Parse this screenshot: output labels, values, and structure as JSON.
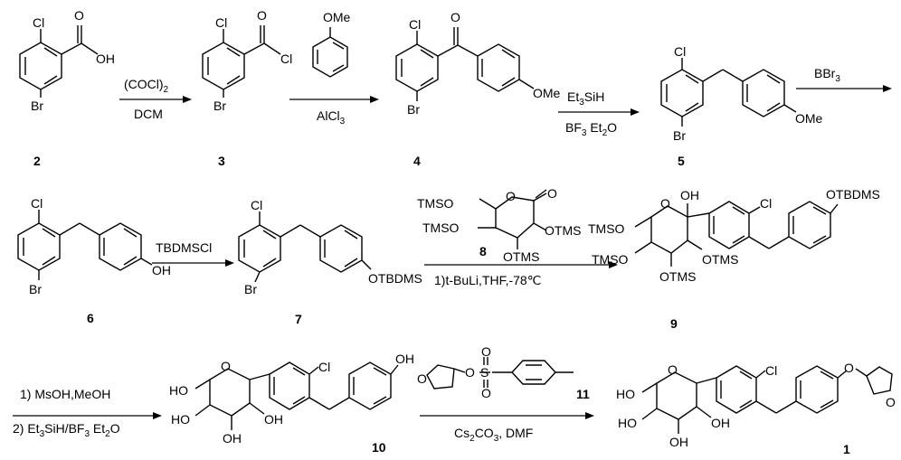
{
  "compounds": [
    {
      "id": "2",
      "label": "2"
    },
    {
      "id": "3",
      "label": "3"
    },
    {
      "id": "4",
      "label": "4"
    },
    {
      "id": "5",
      "label": "5"
    },
    {
      "id": "6",
      "label": "6"
    },
    {
      "id": "7",
      "label": "7"
    },
    {
      "id": "8",
      "label": "8"
    },
    {
      "id": "9",
      "label": "9"
    },
    {
      "id": "10",
      "label": "10"
    },
    {
      "id": "11",
      "label": "11"
    },
    {
      "id": "1",
      "label": "1"
    }
  ],
  "steps": [
    {
      "from": "2",
      "to": "3",
      "above": "(COCl)2",
      "below": "DCM"
    },
    {
      "from": "3",
      "to": "4",
      "above_reagent": "anisole",
      "below": "AlCl3"
    },
    {
      "from": "4",
      "to": "5",
      "above": "Et3SiH",
      "below": "BF3 Et2O"
    },
    {
      "from": "5",
      "to": "6",
      "above": "BBr3",
      "below": ""
    },
    {
      "from": "6",
      "to": "7",
      "above": "TBDMSCl",
      "below": ""
    },
    {
      "from": "7",
      "to": "9",
      "above_reagent": "8",
      "below": "1)t-BuLi,THF,-78℃"
    },
    {
      "from": "9",
      "to": "10",
      "above": "1) MsOH,MeOH",
      "below": "2) Et3SiH/BF3 Et2O"
    },
    {
      "from": "10",
      "to": "1",
      "above_reagent": "11",
      "below": "Cs2CO3, DMF"
    }
  ],
  "atoms": {
    "cl": "Cl",
    "oh": "OH",
    "br": "Br",
    "ome": "OMe",
    "o": "O",
    "tbdms": "OTBDMS",
    "tms": "TMS",
    "otms": "OTMS",
    "ho": "HO",
    "s": "S",
    "otbdms_short": "OTBDMS"
  }
}
